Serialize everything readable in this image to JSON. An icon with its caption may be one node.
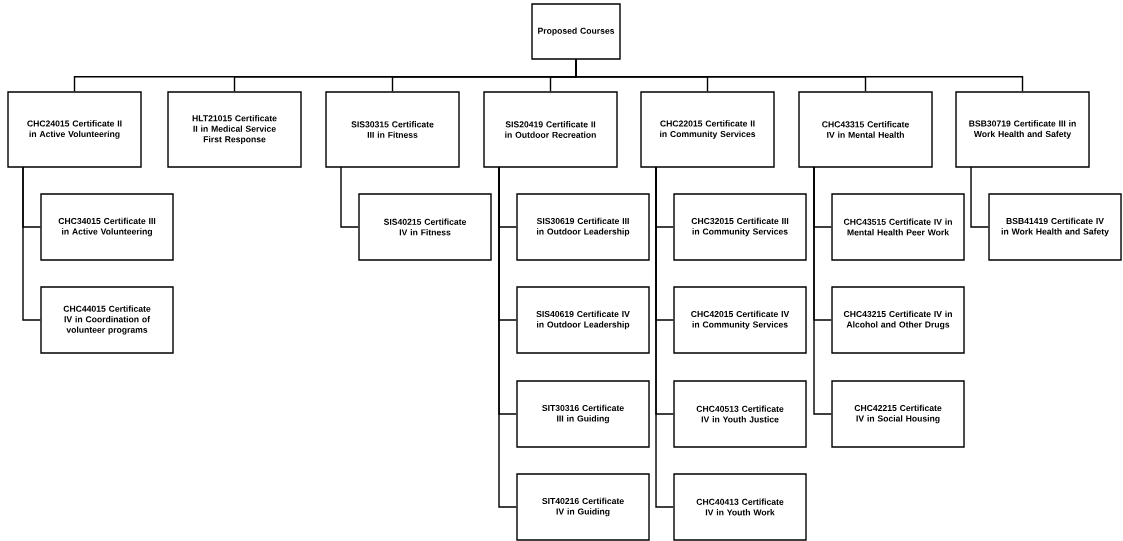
{
  "diagram": {
    "nodes": [
      {
        "text": [
          "Proposed Courses"
        ]
      },
      {
        "text": [
          "CHC24015 Certificate II in Active Volunteering"
        ]
      },
      {
        "text": [
          "CHC34015 Certificate III in Active Volunteering"
        ]
      },
      {
        "text": [
          "CHC44015 Certificate IV in Coordination of volunteer programs"
        ]
      },
      {
        "text": [
          "HLT21015 Certificate II in Medical Service First Response"
        ]
      },
      {
        "text": [
          "SIS30315 Certificate III in Fitness"
        ]
      },
      {
        "text": [
          "SIS40215 Certificate IV in Fitness"
        ]
      },
      {
        "text": [
          "SIS20419 Certificate II in Outdoor Recreation"
        ]
      },
      {
        "text": [
          "SIS30619 Certificate III in Outdoor Leadership"
        ]
      },
      {
        "text": [
          "SIS40619 Certificate IV in Outdoor Leadership"
        ]
      },
      {
        "text": [
          "SIT30316 Certificate III in Guiding"
        ]
      },
      {
        "text": [
          "SIT40216 Certificate IV in Guiding"
        ]
      },
      {
        "text": [
          "CHC22015 Certificate II in Community Services"
        ]
      },
      {
        "text": [
          "CHC32015 Certificate III in Community Services"
        ]
      },
      {
        "text": [
          "CHC42015 Certificate IV in Community Services"
        ]
      },
      {
        "text": [
          "CHC40513 Certificate IV in Youth Justice"
        ]
      },
      {
        "text": [
          "CHC40413 Certificate IV in Youth Work"
        ]
      },
      {
        "text": [
          "CHC43315 Certificate IV in Mental Health"
        ]
      },
      {
        "text": [
          "CHC43515 Certificate IV in Mental Health Peer Work"
        ]
      },
      {
        "text": [
          "CHC43215 Certificate IV in Alcohol and Other Drugs"
        ]
      },
      {
        "text": [
          "CHC42215 Certificate IV in Social Housing"
        ]
      },
      {
        "text": [
          "BSB30719 Certificate III in Work Health and Safety"
        ]
      },
      {
        "text": [
          "BSB41419 Certificate IV in Work Health and Safety"
        ]
      }
    ],
    "edges": [
      {
        "from": 0,
        "to": 1,
        "arrow": "none"
      },
      {
        "from": 0,
        "to": 4,
        "arrow": "none"
      },
      {
        "from": 0,
        "to": 5,
        "arrow": "none"
      },
      {
        "from": 0,
        "to": 7,
        "arrow": "none"
      },
      {
        "from": 0,
        "to": 12,
        "arrow": "none"
      },
      {
        "from": 0,
        "to": 17,
        "arrow": "none"
      },
      {
        "from": 0,
        "to": 21,
        "arrow": "none"
      },
      {
        "from": 1,
        "to": 2,
        "arrow": "none"
      },
      {
        "from": 1,
        "to": 3,
        "arrow": "none"
      },
      {
        "from": 5,
        "to": 6,
        "arrow": "none"
      },
      {
        "from": 7,
        "to": 8,
        "arrow": "none"
      },
      {
        "from": 7,
        "to": 9,
        "arrow": "none"
      },
      {
        "from": 7,
        "to": 10,
        "arrow": "none"
      },
      {
        "from": 7,
        "to": 11,
        "arrow": "none"
      },
      {
        "from": 12,
        "to": 13,
        "arrow": "none"
      },
      {
        "from": 12,
        "to": 14,
        "arrow": "none"
      },
      {
        "from": 12,
        "to": 15,
        "arrow": "none"
      },
      {
        "from": 12,
        "to": 16,
        "arrow": "none"
      },
      {
        "from": 17,
        "to": 18,
        "arrow": "none"
      },
      {
        "from": 17,
        "to": 19,
        "arrow": "none"
      },
      {
        "from": 17,
        "to": 20,
        "arrow": "none"
      },
      {
        "from": 21,
        "to": 22,
        "arrow": "none"
      }
    ]
  }
}
